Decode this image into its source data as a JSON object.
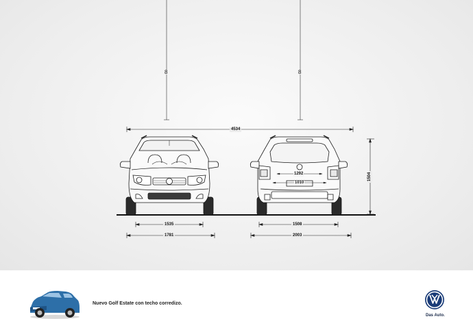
{
  "drawing": {
    "hanging_marks": [
      "8",
      "8"
    ],
    "dimensions": {
      "overall_length": "4534",
      "height": "1504",
      "front_track": "1535",
      "front_width": "1781",
      "rear_track": "1508",
      "rear_width": "2003",
      "hatch_opening_top": "1292",
      "hatch_opening_bottom": "1010"
    }
  },
  "footer": {
    "tagline": "Nuevo Golf Estate con techo corredizo.",
    "slogan": "Das Auto.",
    "brand_logo": "vw-logo"
  },
  "colors": {
    "brand_blue": "#1a3c78",
    "car_blue": "#2d6fa8"
  }
}
